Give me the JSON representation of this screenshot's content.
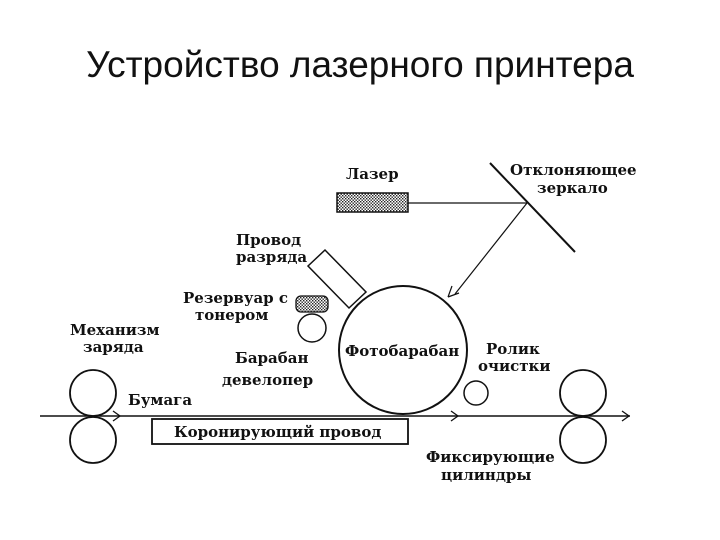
{
  "slide": {
    "title": "Устройство лазерного принтера"
  },
  "diagram": {
    "labels": {
      "laser": "Лазер",
      "mirror": [
        "Отклоняющее",
        "зеркало"
      ],
      "discharge_wire": [
        "Провод",
        "разряда"
      ],
      "toner_reservoir": [
        "Резервуар с",
        "тонером"
      ],
      "charge_mechanism": [
        "Механизм",
        "заряда"
      ],
      "developer_drum": [
        "Барабан",
        "девелопер"
      ],
      "photo_drum": "Фотобарабан",
      "cleaning_roller": [
        "Ролик",
        "очистки"
      ],
      "paper": "Бумага",
      "corona_wire": "Коронирующий провод",
      "fixing_rollers": [
        "Фиксирующие",
        "цилиндры"
      ]
    }
  }
}
